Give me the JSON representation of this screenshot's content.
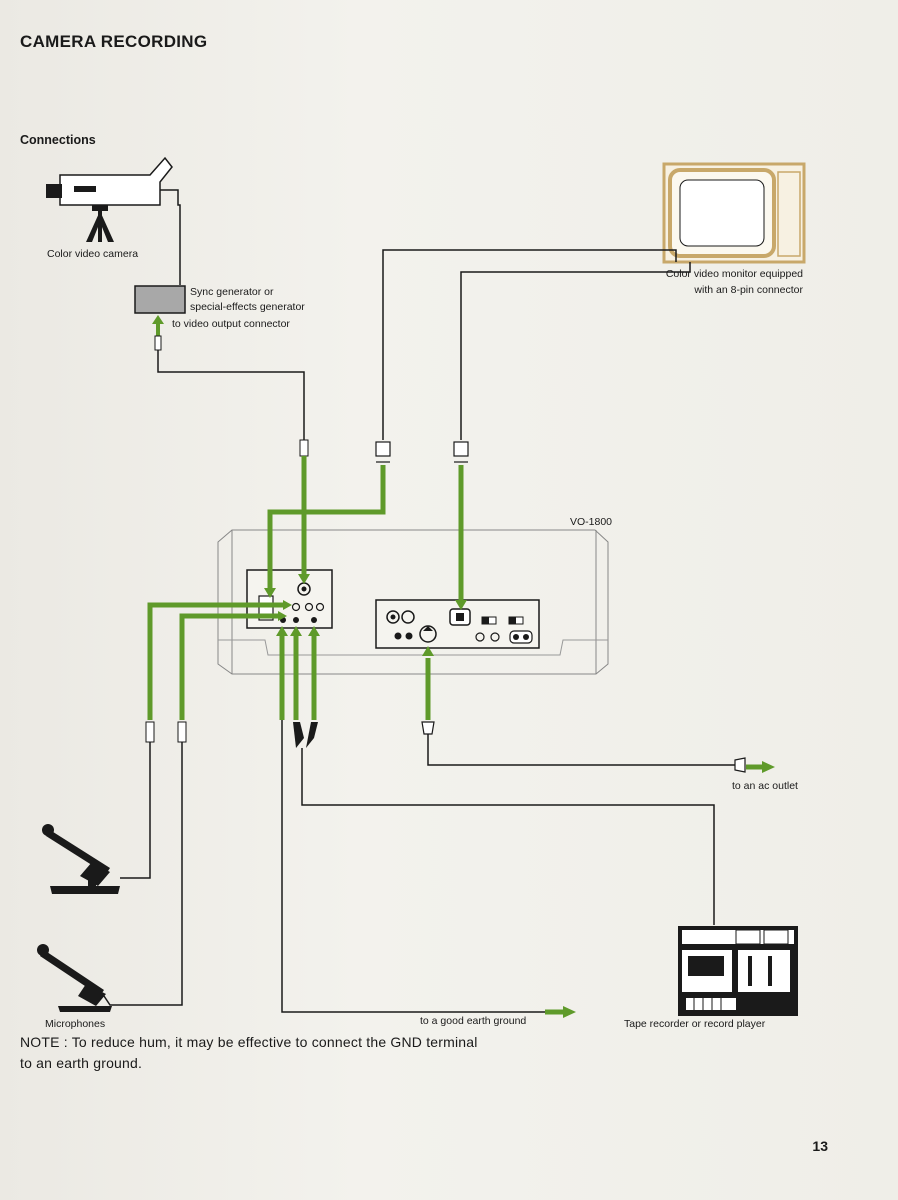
{
  "page": {
    "title": "CAMERA RECORDING",
    "section": "Connections",
    "page_number": "13"
  },
  "labels": {
    "camera": "Color video camera",
    "sync_line1": "Sync generator or",
    "sync_line2": "special-effects generator",
    "video_out": "to video output connector",
    "monitor_line1": "Color video monitor equipped",
    "monitor_line2": "with an 8-pin connector",
    "vcr_model": "VO-1800",
    "ac_outlet": "to an ac outlet",
    "earth": "to a good earth ground",
    "microphones": "Microphones",
    "tape_recorder": "Tape recorder or record player"
  },
  "note": "NOTE : To reduce hum, it may be effective to connect the GND terminal to an earth ground.",
  "colors": {
    "cable_green": "#5f9a2a",
    "line": "#1a1a1a",
    "monitor_frame": "#c8a86a"
  }
}
